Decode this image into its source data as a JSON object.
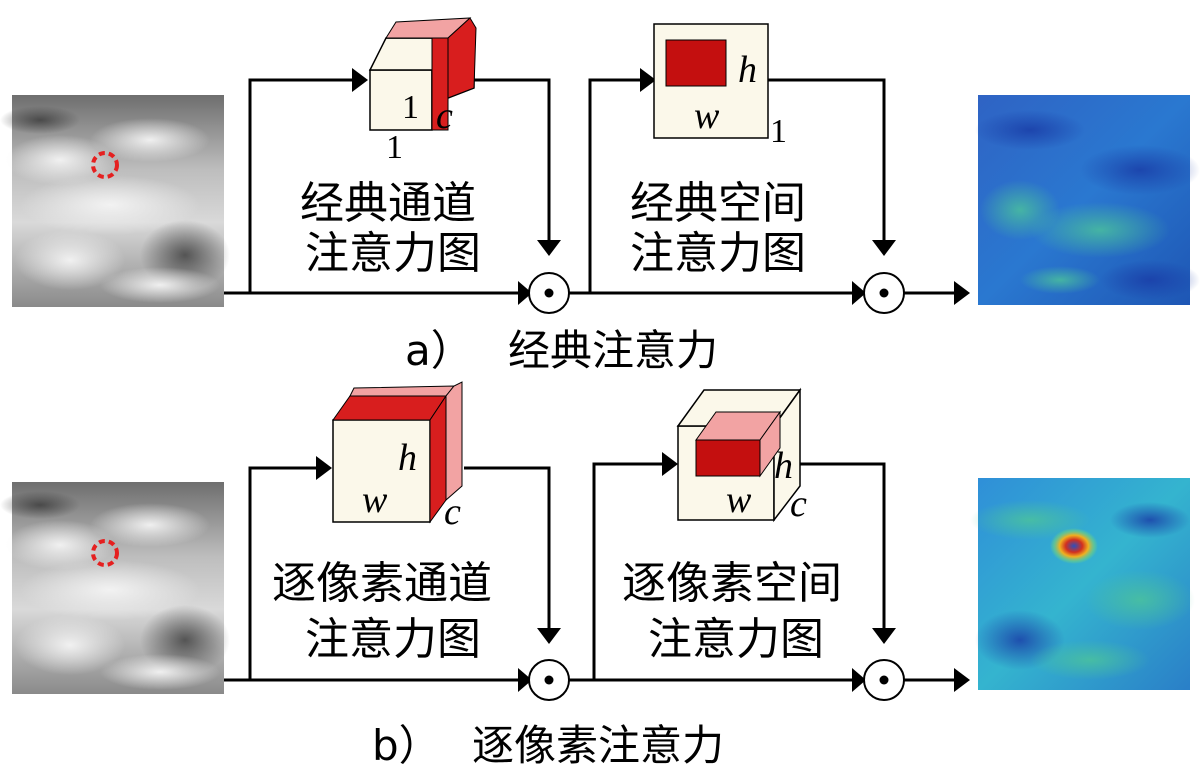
{
  "panel_a": {
    "caption_letter": "a）",
    "caption_title": "经典注意力",
    "channel_map": {
      "line1": "经典通道",
      "line2": "注意力图",
      "dim_h": "1",
      "dim_w": "1",
      "dim_c": "c"
    },
    "spatial_map": {
      "line1": "经典空间",
      "line2": "注意力图",
      "dim_h": "h",
      "dim_w": "w",
      "dim_c": "1"
    }
  },
  "panel_b": {
    "caption_letter": "b）",
    "caption_title": "逐像素注意力",
    "channel_map": {
      "line1": "逐像素通道",
      "line2": "注意力图",
      "dim_h": "h",
      "dim_w": "w",
      "dim_c": "c"
    },
    "spatial_map": {
      "line1": "逐像素空间",
      "line2": "注意力图",
      "dim_h": "h",
      "dim_w": "w",
      "dim_c": "c"
    }
  },
  "colors": {
    "attention_red": "#d81e1e",
    "attention_light": "#f2a3a3",
    "cube_face": "#fbf8ea",
    "target_ring": "#e52020"
  }
}
